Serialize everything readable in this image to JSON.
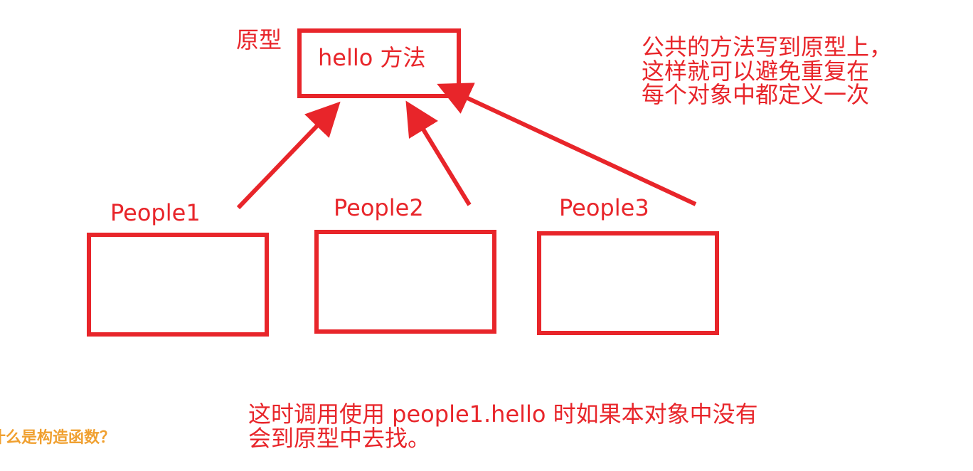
{
  "prototype": {
    "label": "原型",
    "method_label": "hello 方法"
  },
  "people": [
    {
      "label": "People1"
    },
    {
      "label": "People2"
    },
    {
      "label": "People3"
    }
  ],
  "notes": {
    "top_right": [
      "公共的方法写到原型上，",
      "这样就可以避免重复在",
      "每个对象中都定义一次"
    ],
    "bottom": [
      "这时调用使用 people1.hello 时如果本对象中没有",
      "会到原型中去找。"
    ]
  },
  "side_heading": "什么是构造函数？",
  "colors": {
    "stroke": "#e8252a",
    "heading": "#f0a030"
  }
}
